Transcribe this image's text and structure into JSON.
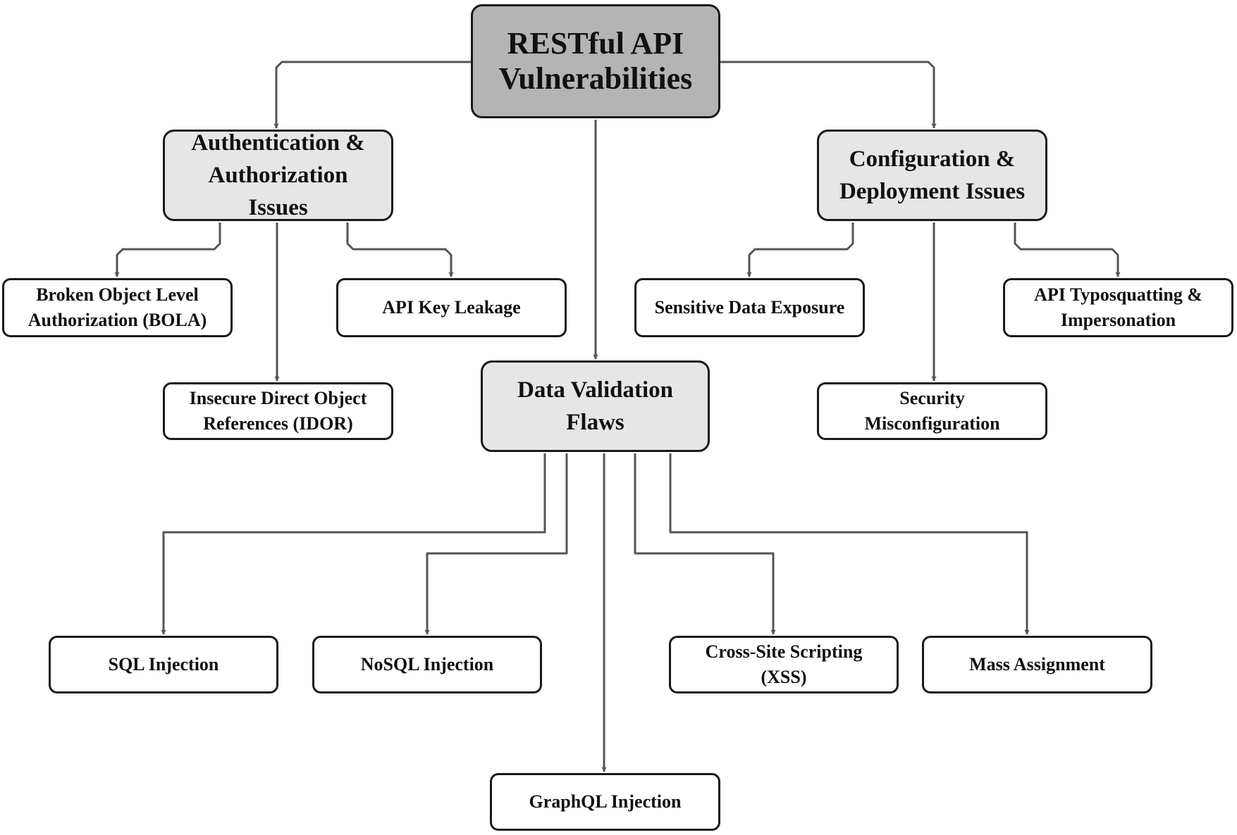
{
  "diagram": {
    "root": {
      "lines": [
        "RESTful API",
        "Vulnerabilities"
      ]
    },
    "categories": {
      "auth": {
        "lines": [
          "Authentication &",
          "Authorization",
          "Issues"
        ]
      },
      "data": {
        "lines": [
          "Data Validation",
          "Flaws"
        ]
      },
      "config": {
        "lines": [
          "Configuration &",
          "Deployment Issues"
        ]
      }
    },
    "leaves": {
      "bola": {
        "lines": [
          "Broken Object Level",
          "Authorization (BOLA)"
        ]
      },
      "api_key": {
        "lines": [
          "API Key Leakage"
        ]
      },
      "idor": {
        "lines": [
          "Insecure Direct Object",
          "References (IDOR)"
        ]
      },
      "sensitive": {
        "lines": [
          "Sensitive Data Exposure"
        ]
      },
      "typosquat": {
        "lines": [
          "API Typosquatting &",
          "Impersonation"
        ]
      },
      "misconfig": {
        "lines": [
          "Security",
          "Misconfiguration"
        ]
      },
      "sql": {
        "lines": [
          "SQL Injection"
        ]
      },
      "nosql": {
        "lines": [
          "NoSQL Injection"
        ]
      },
      "xss": {
        "lines": [
          "Cross-Site Scripting",
          "(XSS)"
        ]
      },
      "mass": {
        "lines": [
          "Mass Assignment"
        ]
      },
      "graphql": {
        "lines": [
          "GraphQL Injection"
        ]
      }
    },
    "colors": {
      "root_fill": "#b4b4b4",
      "category_fill": "#e6e6e6",
      "leaf_fill": "#ffffff",
      "border": "#1a1a1a",
      "connector": "#555555"
    }
  }
}
